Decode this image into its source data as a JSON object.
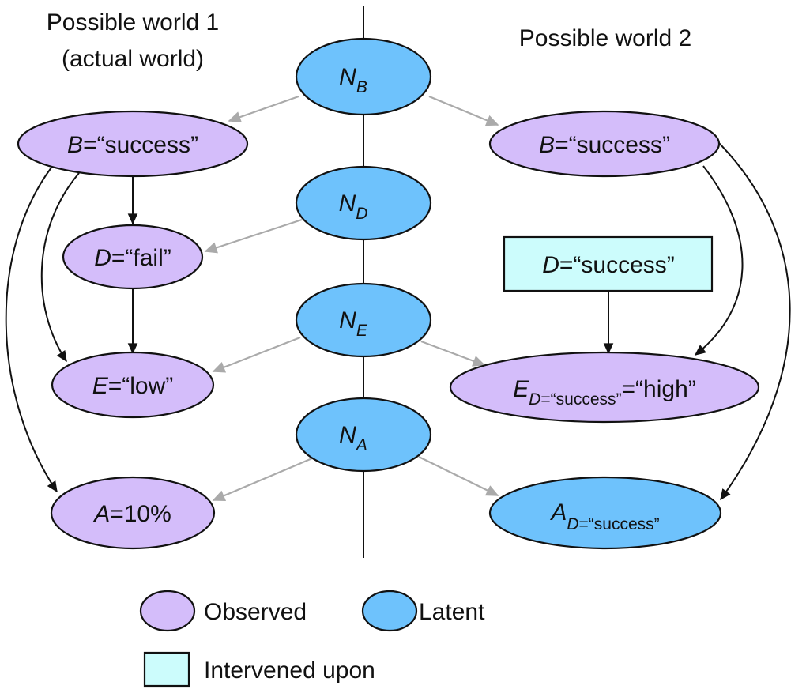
{
  "headings": {
    "world1_line1": "Possible world 1",
    "world1_line2": "(actual world)",
    "world2": "Possible world 2"
  },
  "nodes": {
    "NB": {
      "main": "N",
      "sub": "B",
      "type": "latent"
    },
    "ND": {
      "main": "N",
      "sub": "D",
      "type": "latent"
    },
    "NE": {
      "main": "N",
      "sub": "E",
      "type": "latent"
    },
    "NA": {
      "main": "N",
      "sub": "A",
      "type": "latent"
    },
    "B1": {
      "var": "B",
      "value": "=“success”",
      "type": "observed"
    },
    "D1": {
      "var": "D",
      "value": "=“fail”",
      "type": "observed"
    },
    "E1": {
      "var": "E",
      "value": "=“low”",
      "type": "observed"
    },
    "A1": {
      "var": "A",
      "value": "=10%",
      "type": "observed"
    },
    "B2": {
      "var": "B",
      "value": "=“success”",
      "type": "observed"
    },
    "D2": {
      "var": "D",
      "value": "=“success”",
      "type": "intervened"
    },
    "E2": {
      "var": "E",
      "sub_var": "D",
      "sub_value": "=“success”",
      "value": "=“high”",
      "type": "observed"
    },
    "A2": {
      "var": "A",
      "sub_var": "D",
      "sub_value": "=“success”",
      "type": "latent"
    }
  },
  "edges": [
    {
      "from": "NB",
      "to": "B1",
      "style": "gray"
    },
    {
      "from": "NB",
      "to": "B2",
      "style": "gray"
    },
    {
      "from": "ND",
      "to": "D1",
      "style": "gray"
    },
    {
      "from": "NE",
      "to": "E1",
      "style": "gray"
    },
    {
      "from": "NE",
      "to": "E2",
      "style": "gray"
    },
    {
      "from": "NA",
      "to": "A1",
      "style": "gray"
    },
    {
      "from": "NA",
      "to": "A2",
      "style": "gray"
    },
    {
      "from": "B1",
      "to": "D1",
      "style": "black"
    },
    {
      "from": "B1",
      "to": "E1",
      "style": "black"
    },
    {
      "from": "B1",
      "to": "A1",
      "style": "black"
    },
    {
      "from": "D1",
      "to": "E1",
      "style": "black"
    },
    {
      "from": "B2",
      "to": "E2",
      "style": "black"
    },
    {
      "from": "B2",
      "to": "A2",
      "style": "black"
    },
    {
      "from": "D2",
      "to": "E2",
      "style": "black"
    }
  ],
  "legend": {
    "observed": "Observed",
    "latent": "Latent",
    "intervened": "Intervened upon"
  },
  "colors": {
    "observed": "#d4bdfa",
    "latent": "#6ec2fc",
    "intervened": "#ccfcfc",
    "latent_edge": "#aaaaaa",
    "causal_edge": "#111111"
  }
}
